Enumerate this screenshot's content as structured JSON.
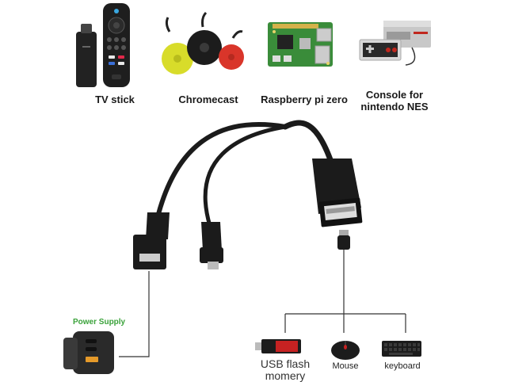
{
  "devices": [
    {
      "id": "tv-stick",
      "label": "TV stick"
    },
    {
      "id": "chromecast",
      "label": "Chromecast"
    },
    {
      "id": "raspberry-pi-zero",
      "label": "Raspberry pi zero"
    },
    {
      "id": "console-nes",
      "label_line1": "Console for",
      "label_line2": "nintendo NES"
    }
  ],
  "power_supply": {
    "label": "Power Supply"
  },
  "peripherals": [
    {
      "id": "usb-flash",
      "label_line1": "USB flash",
      "label_line2": "momery"
    },
    {
      "id": "mouse",
      "label": "Mouse"
    },
    {
      "id": "keyboard",
      "label": "keyboard"
    }
  ],
  "colors": {
    "cable": "#1b1b1b",
    "power_label": "#3aa23a",
    "chromecast_yellow": "#d8dc2a",
    "chromecast_black": "#1c1c1c",
    "chromecast_red": "#d9352a",
    "pcb_green": "#3a8c3a",
    "flash_red": "#c62222"
  },
  "icons": [
    "tv-stick-remote",
    "chromecast",
    "raspberry-pi-board",
    "nes-console",
    "otg-cable",
    "power-adapter",
    "usb-flash-drive",
    "mouse",
    "keyboard"
  ]
}
